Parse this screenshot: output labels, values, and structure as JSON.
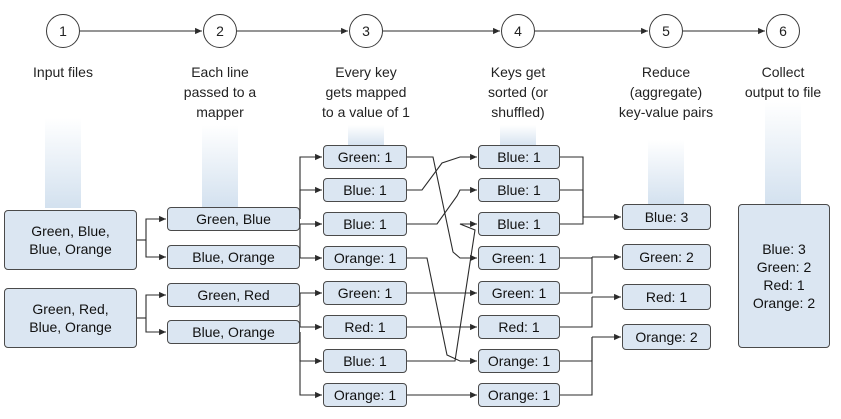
{
  "steps": [
    {
      "number": "1",
      "caption": [
        "Input files"
      ]
    },
    {
      "number": "2",
      "caption": [
        "Each line",
        "passed to a",
        "mapper"
      ]
    },
    {
      "number": "3",
      "caption": [
        "Every key",
        "gets mapped",
        "to a value of 1"
      ]
    },
    {
      "number": "4",
      "caption": [
        "Keys get",
        "sorted (or",
        "shuffled)"
      ]
    },
    {
      "number": "5",
      "caption": [
        "Reduce",
        "(aggregate)",
        "key-value pairs"
      ]
    },
    {
      "number": "6",
      "caption": [
        "Collect",
        "output to file"
      ]
    }
  ],
  "input_files": [
    {
      "lines": [
        "Green, Blue,",
        "Blue, Orange"
      ]
    },
    {
      "lines": [
        "Green, Red,",
        "Blue, Orange"
      ]
    }
  ],
  "mapper_lines": [
    "Green, Blue",
    "Blue, Orange",
    "Green, Red",
    "Blue, Orange"
  ],
  "mapped_pairs": [
    "Green: 1",
    "Blue: 1",
    "Blue: 1",
    "Orange: 1",
    "Green: 1",
    "Red: 1",
    "Blue: 1",
    "Orange: 1"
  ],
  "sorted_pairs": [
    "Blue: 1",
    "Blue: 1",
    "Blue: 1",
    "Green: 1",
    "Green: 1",
    "Red: 1",
    "Orange: 1",
    "Orange: 1"
  ],
  "reduced_pairs": [
    "Blue: 3",
    "Green: 2",
    "Red: 1",
    "Orange: 2"
  ],
  "output_file": {
    "lines": [
      "Blue: 3",
      "Green: 2",
      "Red: 1",
      "Orange: 2"
    ]
  },
  "colors": {
    "node_fill": "#dbe6f2",
    "border": "#4a4a4a",
    "glow": "#d3e1ef"
  }
}
